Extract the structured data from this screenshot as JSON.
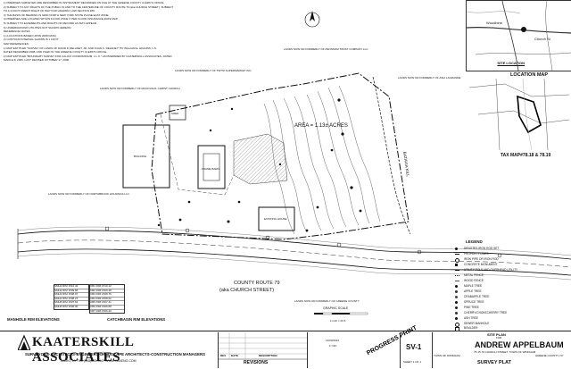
{
  "notes": {
    "lines": [
      "1) PREMISES SURVEYED ARE DESCRIBED IN INSTRUMENT RECORDED ON FILE AT THE GREENE COUNTY CLERK'S OFFICE",
      "2) SUBJECT TO ANY RIGHTS OF THE PUBLIC IN AND TO THE CENTERLINE OF COUNTY ROUTE 79 (aka CHURCH STREET). SUBJECT",
      "   TO A 3 FOOT CREDIT RIGHT OF WAY FOR HIGHWAY LAW SECTION 189.",
      "3) THE BASIS OF BEARING IS GRID NORTH NEW YORK STATE PLANE EAST ZONE.",
      "4) PREMISES ARE LOCATED WITHIN FLOOD ZONE X PER FLOOD INSURANCE RATE MAP.",
      "5) SUBJECT TO EASEMENTS AND RIGHTS OF RECORD AS MAY APPEAR.",
      "6) UNDERGROUND UTILITIES NOT SHOWN HEREON.",
      "REFERENCE NOTES",
      "1) (LOCATIONS BASED UPON 2008 DATA)",
      "2) CONTOUR INTERVAL SHOWN IS 1 FOOT.",
      "MAP REFERENCES:",
      "1) MAP ENTITLED \"SURVEY OF LANDS OF DAVID P. DELANEY, JR. AND JOHN C. DELANEY\" BY WILLIAM E. HIGGINS, L.S.",
      "   DATED DECEMBER 1998, AND FILED IN THE GREENE COUNTY CLERK'S OFFICE.",
      "2) MAP ENTITLED \"BOUNDARY SURVEY FOR CALICO CONDOMINIUM, L.L.C.\" AS PREPARED BY KAATERSKILL ASSOCIATES, DATED",
      "   MARCH 8, 2005, LAST REVISED OCTOBER 17, 2006."
    ]
  },
  "site_location": {
    "label": "SITE LOCATION",
    "map_label": "LOCATION MAP",
    "road_labels": [
      "Woodbine",
      "Church St"
    ]
  },
  "tax_map": {
    "label": "TAX MAP#78.18 & 78.19"
  },
  "plan": {
    "area_label": "AREA = 1.13± ACRES",
    "stream_label": "BATAVIA KILL",
    "road_label_1": "COUNTY ROUTE 79",
    "road_label_2": "(aka CHURCH STREET)",
    "graphic_scale": "GRAPHIC SCALE",
    "scale_text": "1 inch = 20 ft.",
    "parcel_labels": [
      "LANDS NOW OR FORMERLY OF PENNSOM TRUST COMPANY LLC",
      "LANDS NOW OR FORMERLY OF TSITSI SUPERMARKET INC.",
      "LANDS NOW OR FORMERLY OF MCDOUGAL CHRIST CHURCH",
      "LANDS NOW OR FORMERLY OF ASIA LAGRANDE",
      "LANDS NOW OR FORMERLY OF NORTHBROOK HOLDINGS LLC",
      "LANDS NOW OR FORMERLY OF GREENE COUNTY"
    ],
    "building_labels": [
      "BUILDING",
      "FRAME BARN",
      "EXISTING HOUSE",
      "SHED"
    ]
  },
  "elevations": {
    "manhole_title": "MANHOLE RIM ELEVATIONS",
    "catch_title": "CATCHBASIN RIM ELEVATIONS",
    "manhole_rows": [
      "SMH1  RIM 1510.42",
      "SMH2  RIM 1509.86",
      "SMH3  RIM 1508.97",
      "SMH4  RIM 1508.21",
      "SMH5  RIM 1507.64",
      "SMH6  RIM 1506.90"
    ],
    "catch_rows": [
      "CB1  RIM 1510.12",
      "CB2  RIM 1509.48",
      "CB3  RIM 1508.75",
      "CB4  RIM 1508.02",
      "CB5  RIM 1507.31",
      "CB6  RIM 1506.88",
      "CB7  RIM 1506.40"
    ]
  },
  "legend": {
    "title": "LEGEND",
    "items": [
      "DENOTES IRON ROD SET",
      "PROPERTY LINES",
      "IRON PIPE OR IRON ROD",
      "CONCRETE MONUMENT",
      "UTILITY POLE AND OVERHEAD UTILITY",
      "METAL FENCE",
      "WOOD FENCE",
      "MAPLE TREE",
      "APPLE TREE",
      "CRABAPPLE TREE",
      "SPRUCE TREE",
      "PINE TREE",
      "CHERRY/CHOKECHERRY TREE",
      "ASH TREE",
      "SEWER MANHOLE",
      "BOULDER"
    ]
  },
  "title_block": {
    "firm_name": "KAATERSKILL ASSOCIATES",
    "tagline": "SURVEYORS-ARCHITECTS-ENGINEERS-LANDSCAPE ARCHITECTS-CONSTRUCTION MANAGERS",
    "address": "CAIRO, NY   TEL.(518)622-9667   WWW.KEAENG.COM",
    "revisions_label": "REVISIONS",
    "rev_headers": [
      "REV",
      "DATE",
      "DESCRIPTION"
    ],
    "progress_stamp": "PROGRESS PRINT",
    "sheet_no": "SV-1",
    "sheet_count": "SHEET 1 OF 1",
    "project_type": "SITE PLAN",
    "project_for": "FOR",
    "client": "ANDREW APPELBAUM",
    "client_sub": "75-15 79 CHURCH STREET, TOWN OF WINDHAM",
    "drawing_title": "SURVEY PLAT",
    "date": "12/03/2012",
    "scale": "1\"=20'",
    "town": "TOWN OF WINDHAM",
    "county": "GREENE COUNTY, NY"
  }
}
